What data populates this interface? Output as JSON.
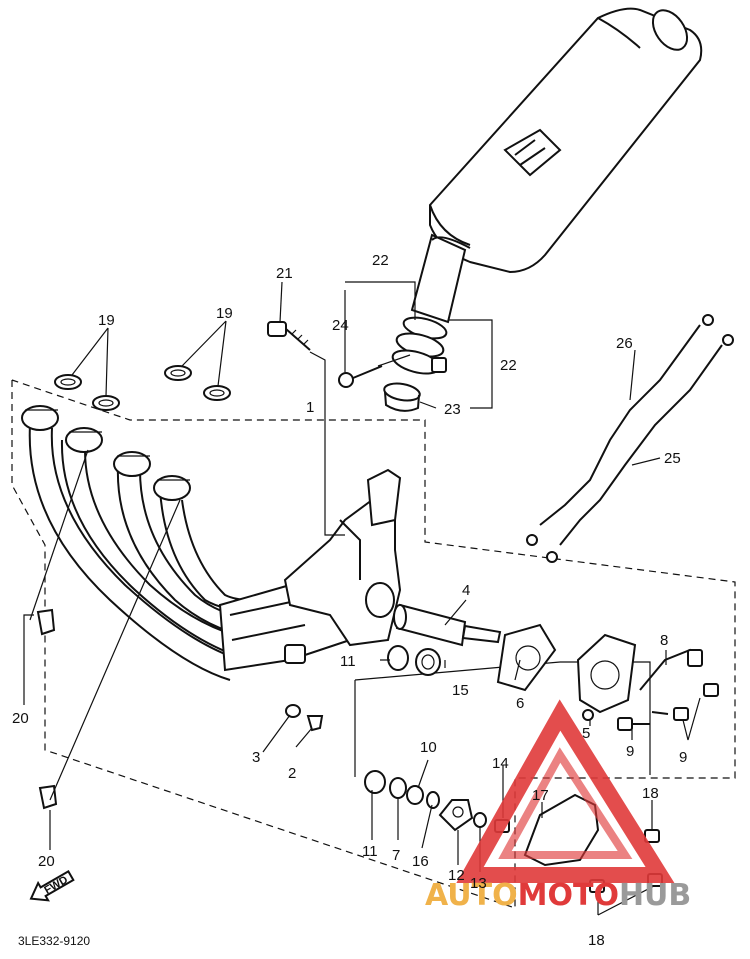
{
  "diagram": {
    "drawing_code": "3LE332-9120",
    "forward_marker": "FWD",
    "watermark": {
      "text_part1": "AUTO",
      "text_part2": "MOTO",
      "text_part3": "HUB",
      "color_red": "#e03a3a",
      "color_orange": "#f0b24a",
      "color_gray": "#9a9a9a"
    },
    "callouts": {
      "c1": "1",
      "c2": "2",
      "c3": "3",
      "c4": "4",
      "c5": "5",
      "c6": "6",
      "c7": "7",
      "c8": "8",
      "c9a": "9",
      "c9b": "9",
      "c10": "10",
      "c11a": "11",
      "c11b": "11",
      "c12": "12",
      "c13": "13",
      "c14": "14",
      "c15": "15",
      "c16": "16",
      "c17": "17",
      "c18a": "18",
      "c18b": "18",
      "c19a": "19",
      "c19b": "19",
      "c20a": "20",
      "c20b": "20",
      "c21": "21",
      "c22a": "22",
      "c22b": "22",
      "c23": "23",
      "c24": "24",
      "c25": "25",
      "c26": "26"
    }
  }
}
